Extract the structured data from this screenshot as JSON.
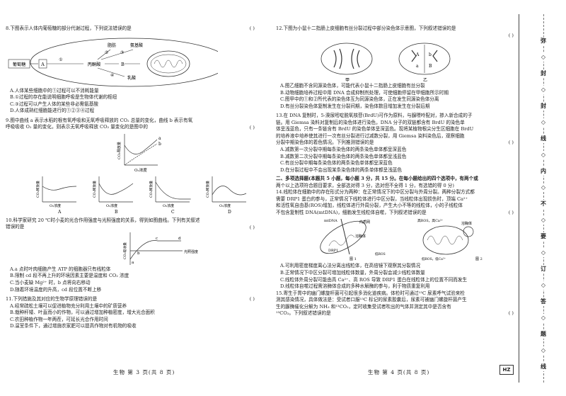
{
  "left": {
    "q8": {
      "stem": "8.下图表示人体内葡萄糖的部分代谢过程，下列说法错误的是",
      "paren": "(        )",
      "figure": {
        "a": "葡萄糖",
        "A": "A",
        "B": "B",
        "pyruvate": "丙酮酸",
        "fat": "脂肪",
        "aa": "氨基酸",
        "lactate": "乳酸",
        "n1": "①",
        "n2": "②",
        "n3": "③",
        "n4": "④"
      },
      "options": [
        "A.人体某些细胞中的①过程可以不消耗能量",
        "B.①过程的存在能说明细胞呼吸是生物体代谢的枢纽",
        "C.③过程可以产生人体的某些非必需氨基酸",
        "D.人体成熟红细胞能进行的①②③④过程"
      ]
    },
    "q9": {
      "stem1": "9.图中曲线 a 表示水稻的根有氧呼吸和无氧呼吸释放的 CO₂ 总量的变化，曲线 b 表示有氧",
      "stem2": "呼吸吸收 O₂ 量的变化，则表示无氧呼吸释放 CO₂ 量变化的是图中的",
      "paren": "(        )",
      "main_y": "CO₂释放量",
      "main_x": "O₂浓度",
      "curve_a": "a",
      "curve_b": "b",
      "y_label": "CO₂释放量",
      "x_label": "O₂浓度",
      "origin": "0",
      "options": [
        "A",
        "B",
        "C",
        "D"
      ]
    },
    "q10": {
      "stem1": "10.科学家研究 20 ℃时小麦的光合作用强度与光照强度的关系，得到如图曲线。下列有关叙述",
      "stem2": "错误的是",
      "paren": "(        )",
      "y_label": "CO₂吸收量",
      "x_label": "光照强度",
      "points": [
        "a",
        "b",
        "c",
        "d"
      ],
      "options": [
        "A.a 点时叶肉细胞产生 ATP 的细胞器只有线粒体",
        "B.限制 cd 段不再上升的环境因素主要是温度和 CO₂ 浓度",
        "C.当小麦缺 Mg²⁺ 时，b 点将向右移动",
        "D.随着环境温度的升高，cd 段位置不断上移"
      ]
    },
    "q11": {
      "stem": "11.下列措施及其对应的生物学原理错误的是",
      "paren": "(        )",
      "options": [
        "A.经常疏松土壤可以促进植物充分利用土壤中的矿质营养",
        "B.栽种秆矮、叶直而小的作物，可以通过增加种植密度，增大光合面积",
        "C.农田种植作物一年两茬，可延长光合作用时间",
        "D.温室条件下，通过增施农家肥可以提高作物对有机物的吸收"
      ]
    },
    "footer": "生物    第 3 页(共 8 页)"
  },
  "right": {
    "q12": {
      "stem": "12.下图为小鼠十二指肠上皮细胞有丝分裂过程中部分染色体示意图，下列叙述错误的是",
      "paren": "(        )",
      "fig_labels": {
        "jia": "甲",
        "yi": "乙",
        "A": "A",
        "a": "a",
        "b": "b",
        "B": "B"
      },
      "options": [
        "A.图乙细胞不含同源染色体，可能代表小鼠十二指肠上皮细胞有丝分裂",
        "B.动物细胞培养过程中用 DNA 合成抑制剂处理，可使细胞停留在甲细胞所示时期",
        "C.图甲中的①和②所代表的染色体互为同源染色体，正在发生同源染色体分离",
        "D.有丝分裂染色体复制发生在分裂间期，染色体数目增加发生在分裂后期"
      ]
    },
    "q13": {
      "lines": [
        "13.在 DNA 复制时，5-溴尿嘧啶脱氧核苷(BrdU)可作为原料，与腺嘌呤配对，掺入新合成的子",
        "链。用 Giemsa 染料对复制后的染色体进行染色，DNA 分子的双链都含有 BrdU 的染色单",
        "体呈浅蓝色，只有一条链含有 BrdU 的染色单体呈深蓝色。现将某植物根尖分生区细胞在 BrdU",
        "的培养液中培养使其进行一次有丝分裂进行过减数分裂，用 Giemsa 染料染色后，观察细胞",
        "分裂中期染色体的着色情况。下列推测错误的是"
      ],
      "paren": "(        )",
      "options": [
        "A.减数第一次分裂中期每条染色体的两条染色单体都呈深蓝色",
        "B.减数第二次分裂中期每条染色体的两条染色单体都呈浅蓝色",
        "C.有丝分裂中期每条染色体的两条染色单体都呈深蓝色",
        "D.在分裂过程中不会出现某条染色体的两条单体都呈浅蓝色"
      ]
    },
    "section2": {
      "lines": [
        "二、多项选择题(本题共 5 小题，每小题 3 分，共 15 分。在每小题给出的四个选项中，有两个或",
        "两个以上选项符合题目要求，全部选对得 3 分，选对但不全得 1 分，有选错的得 0 分)"
      ]
    },
    "q14": {
      "lines": [
        "14.线粒体在细胞中的存在形式分为两种：在正常情况下的中区分裂与外周分裂。两种分裂方式都",
        "需要 DRP1 蛋白的参与，正常情况下线粒体进行中区分裂，当线粒体出现损伤时，顶端 Ca²⁺",
        "和活性氧自由基(ROS)增加，线粒体进行外周分裂，产生大小不等的线粒体，小的子线粒体",
        "不包含复制性 DNA(mtDNA)，细胞发生线粒体自噬，下列叙述错误的是"
      ],
      "paren": "(        )",
      "fig1": {
        "mtdna": "mtDNA",
        "inner": "内质网",
        "lyso": "溶酶体",
        "drp1": "DRP1",
        "caption": "图 1",
        "bottom": "低ROS"
      },
      "fig2": {
        "top": "高ROS，高Ca²⁺",
        "auto": "溶酶体",
        "caption": "图 2",
        "bottom": "低ROS，低Ca²⁺"
      },
      "options": [
        "A.可利用密度梯度离心法分离出线粒体，在高倍镜下观察其分裂情况",
        "B.正常情况下中区分裂可增加线粒体数量，外周分裂会减少线粒体数量",
        "C.线粒体外周分裂可能由高 Ca²⁺、高 ROS 导致 DRP1 蛋白在线粒体上的位置不同而发生",
        "D.线粒体自噬过程需溶酶体合成的多种水解酶的参与，利于物质重复利用"
      ]
    },
    "q15": {
      "lines": [
        "15.寄生于胃中的幽门螺旋杆菌可引起很多消化道疾病。体检时可通过¹³C 尿素呼气试验来检",
        "测其感染情况，具体做法是：受试者口服¹³C 标记的尿素胶囊后，尿素可被幽门螺旋杆菌产生",
        "生的脲酶催化分解为 NH₃ 和¹³CO₂，定时收集受试者吹出的气体并测定其中是否含有",
        "¹³CO₂。下列叙述错误的是"
      ],
      "paren": "(        )"
    },
    "footer": "生物    第 4 页(共 8 页)",
    "badge": "HZ"
  },
  "sidebar": {
    "chars": [
      "弥",
      "封",
      "封",
      "线",
      "内",
      "不",
      "要",
      "订",
      "答",
      "题",
      "线"
    ],
    "diamond": "◇"
  }
}
